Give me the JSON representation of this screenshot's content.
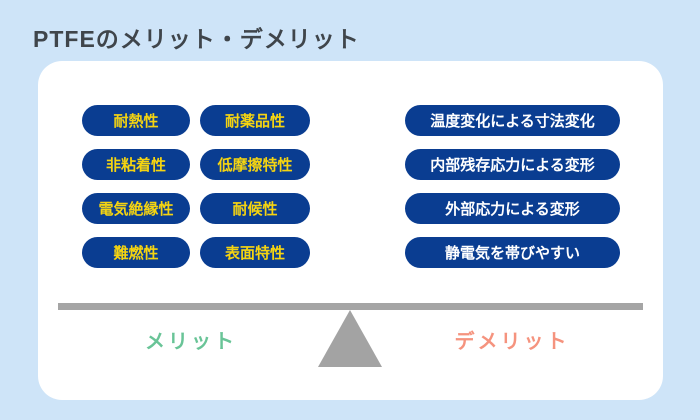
{
  "title": "PTFEのメリット・デメリット",
  "colors": {
    "background": "#cee4f8",
    "card": "#ffffff",
    "pill_background": "#0a3d91",
    "merit_pill_text": "#f5d411",
    "demerit_pill_text": "#ffffff",
    "title_text": "#3f454b",
    "seesaw_gray": "#a5a5a5",
    "merit_label": "#69c497",
    "demerit_label": "#f5937e"
  },
  "merits": {
    "label": "メリット",
    "items": [
      "耐熱性",
      "耐薬品性",
      "非粘着性",
      "低摩擦特性",
      "電気絶縁性",
      "耐候性",
      "難燃性",
      "表面特性"
    ]
  },
  "demerits": {
    "label": "デメリット",
    "items": [
      "温度変化による寸法変化",
      "内部残存応力による変形",
      "外部応力による変形",
      "静電気を帯びやすい"
    ]
  }
}
